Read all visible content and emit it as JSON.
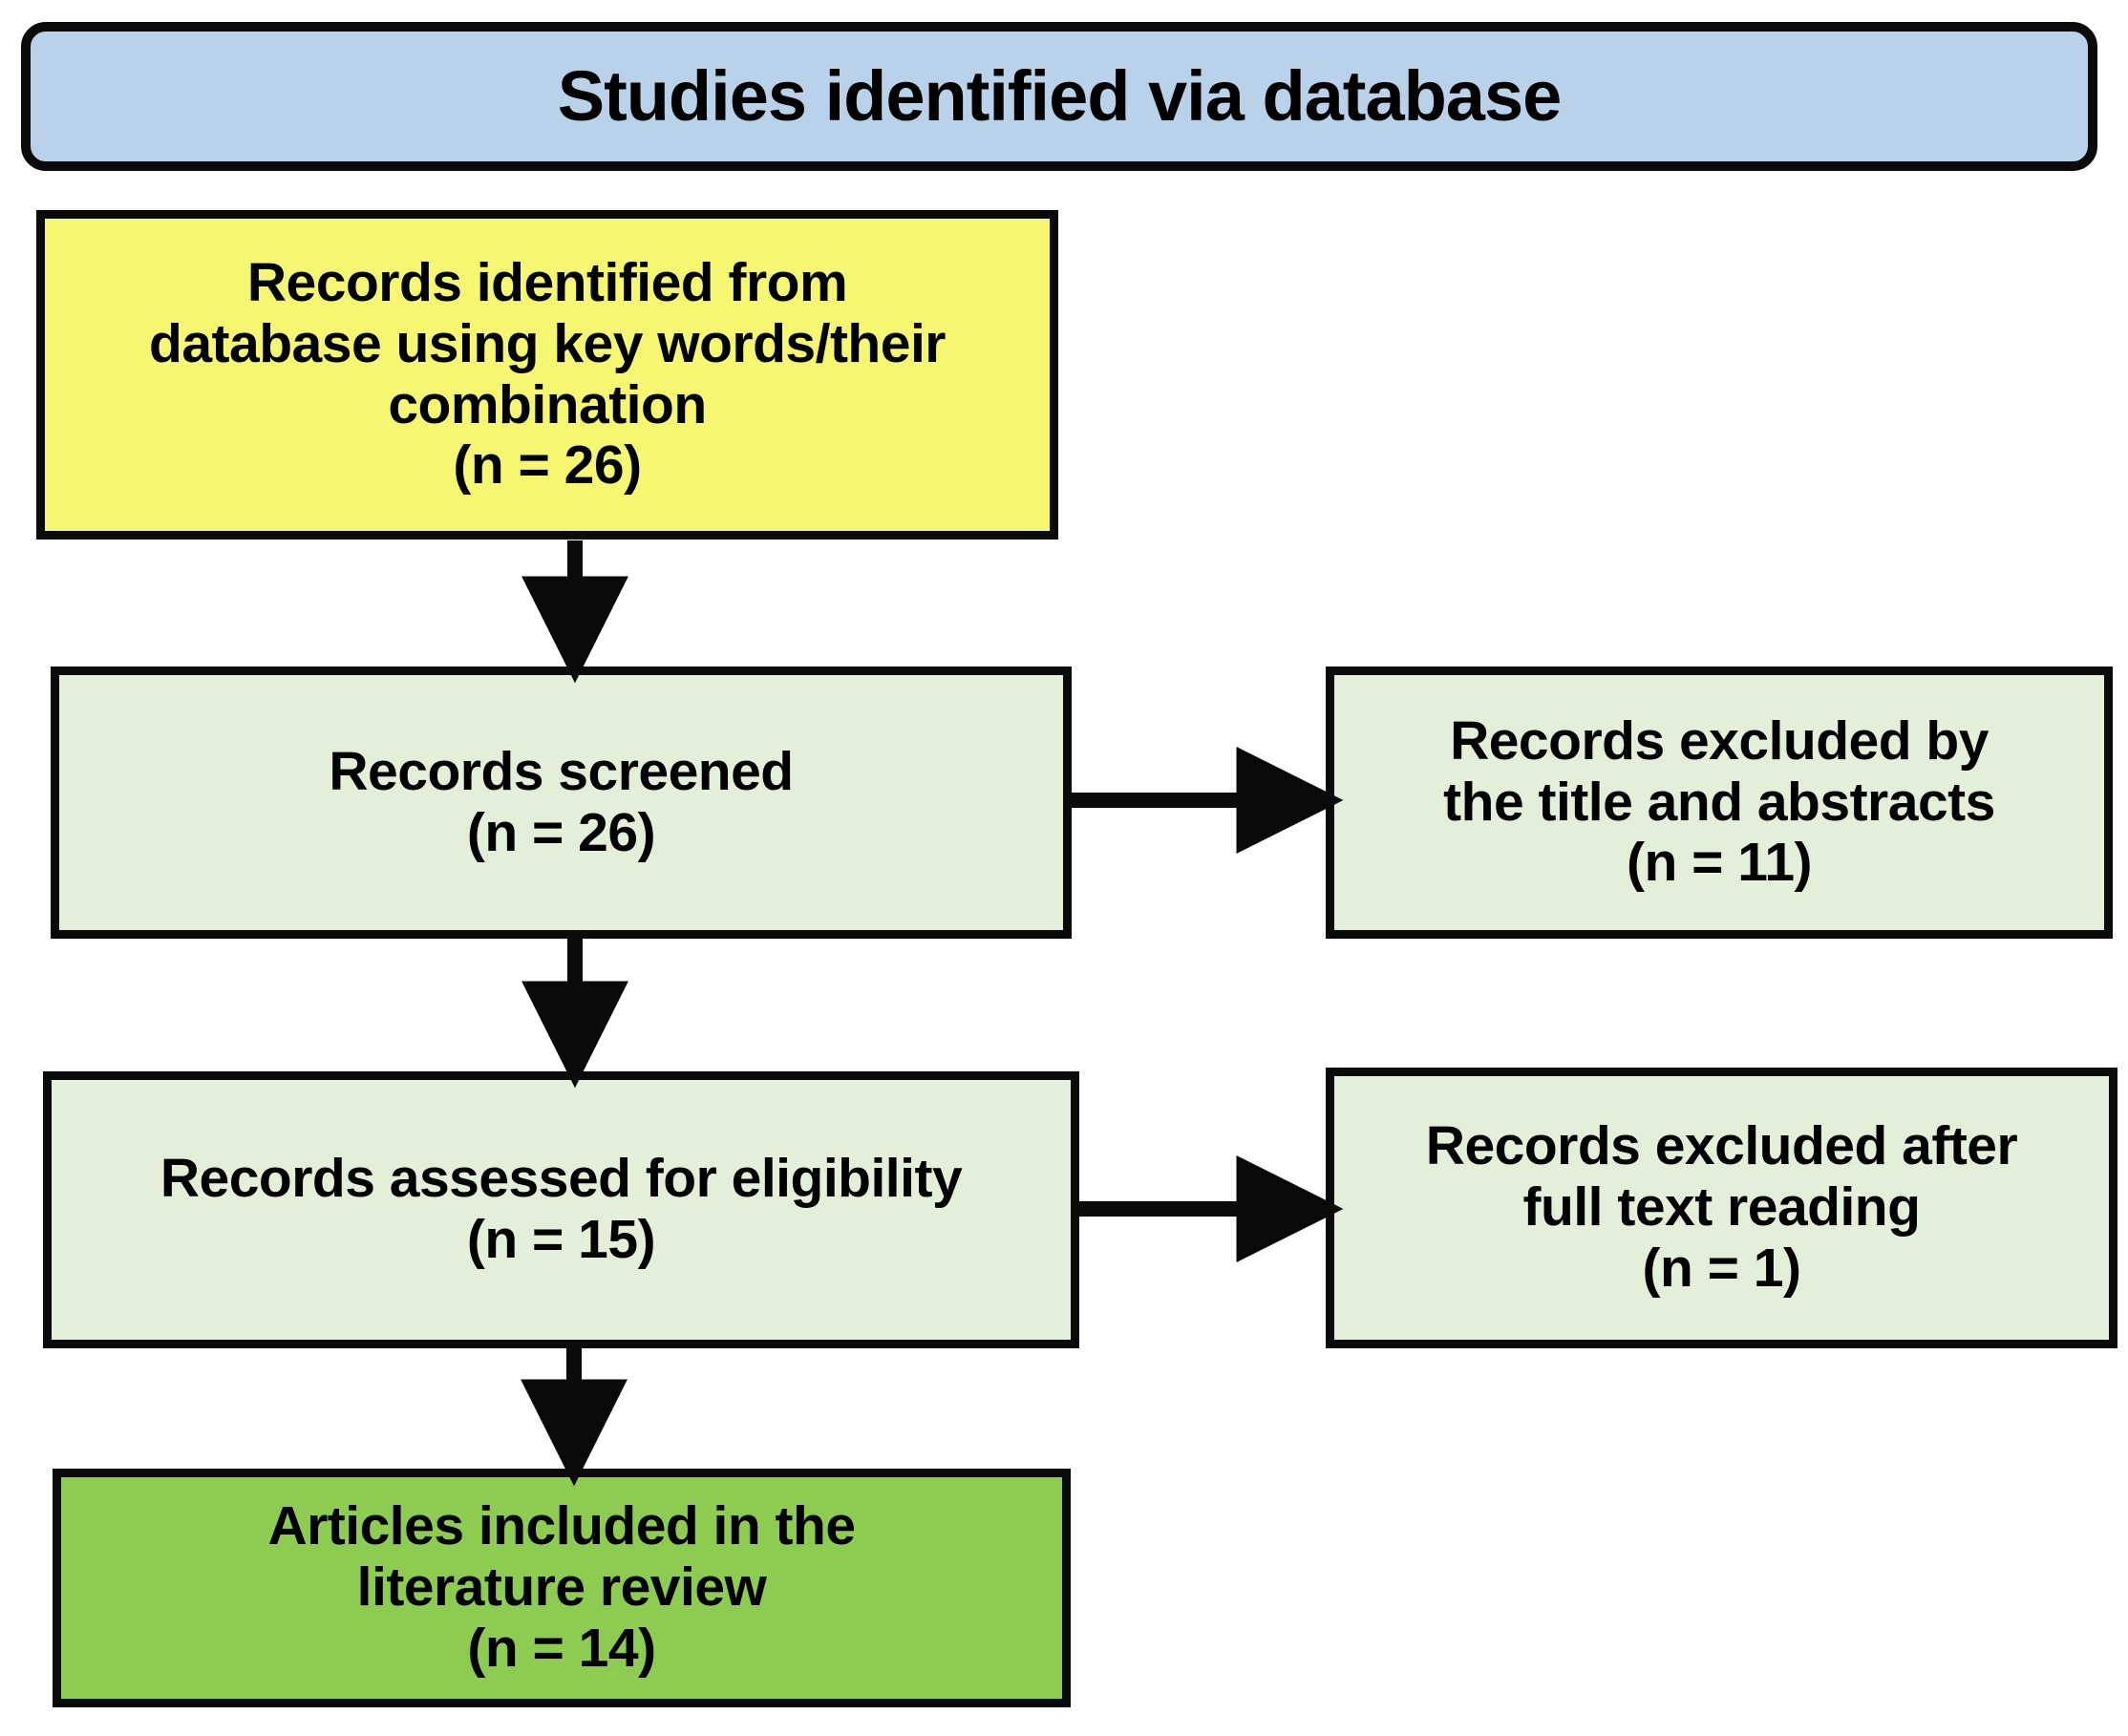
{
  "diagram": {
    "type": "prisma-flow-diagram",
    "colors": {
      "header_fill": "#b9d2ea",
      "identified_fill": "#f5f771",
      "screened_fill": "#e3efd9",
      "excluded_fill": "#e3efd9",
      "included_fill": "#8ecb51",
      "stroke": "#0a0a0a",
      "text": "#000000",
      "background": "#ffffff"
    },
    "header": {
      "title": "Studies identified via database"
    },
    "nodes": {
      "identified": {
        "name": "records-identified",
        "lines": [
          "Records identified from",
          "database using key words/their",
          "combination",
          "(n = 26)"
        ],
        "n": 26
      },
      "screened": {
        "name": "records-screened",
        "lines": [
          "Records screened",
          "(n = 26)"
        ],
        "n": 26
      },
      "excluded_title": {
        "name": "records-excluded-title-abstract",
        "lines": [
          "Records excluded by",
          "the title and abstracts",
          "(n = 11)"
        ],
        "n": 11
      },
      "assessed": {
        "name": "records-assessed-eligibility",
        "lines": [
          "Records assessed for eligibility",
          "(n = 15)"
        ],
        "n": 15
      },
      "excluded_fulltext": {
        "name": "records-excluded-full-text",
        "lines": [
          "Records excluded after",
          "full text reading",
          "(n = 1)"
        ],
        "n": 1
      },
      "included": {
        "name": "articles-included",
        "lines": [
          "Articles included in the",
          "literature review",
          "(n = 14)"
        ],
        "n": 14
      }
    },
    "connectors": [
      {
        "name": "arrow-identified-to-screened",
        "direction": "down"
      },
      {
        "name": "arrow-screened-to-excluded-title",
        "direction": "right"
      },
      {
        "name": "arrow-screened-to-assessed",
        "direction": "down"
      },
      {
        "name": "arrow-assessed-to-excluded-fulltext",
        "direction": "right"
      },
      {
        "name": "arrow-assessed-to-included",
        "direction": "down"
      }
    ]
  }
}
